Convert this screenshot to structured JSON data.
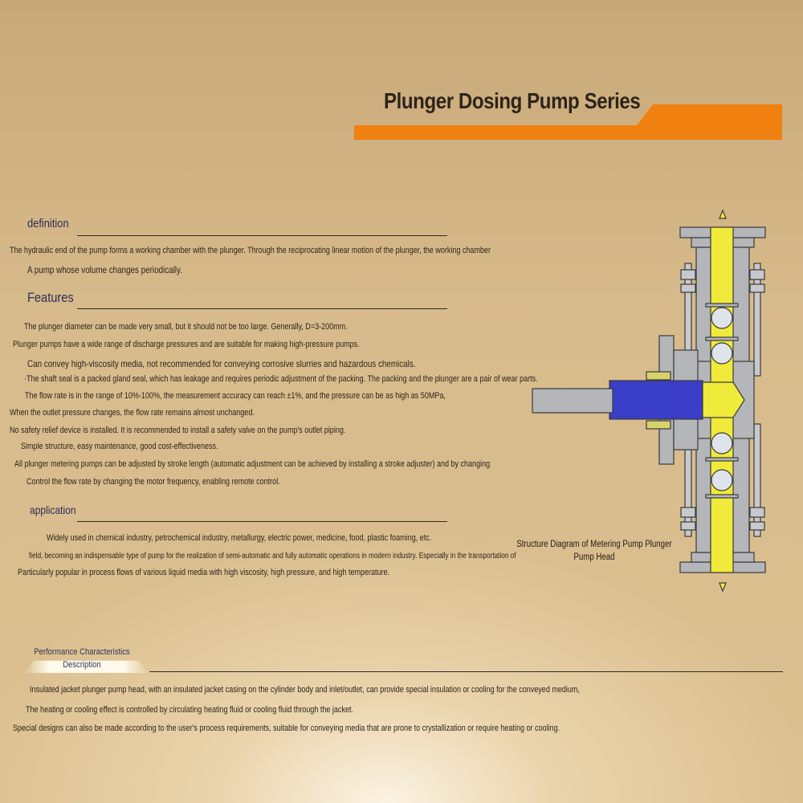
{
  "header": {
    "title": "Plunger Dosing Pump Series"
  },
  "definition": {
    "heading": "definition",
    "lines": [
      "The hydraulic end of the pump forms a working chamber with the plunger. Through the reciprocating linear motion of the plunger, the working chamber",
      "A pump whose volume changes periodically."
    ]
  },
  "features": {
    "heading": "Features",
    "lines": [
      "The plunger diameter can be made very small, but it should not be too large. Generally, D=3-200mm.",
      "Plunger pumps have a wide range of discharge pressures and are suitable for making high-pressure pumps.",
      "Can convey high-viscosity media, not recommended for conveying corrosive slurries and hazardous chemicals.",
      "·The shaft seal is a packed gland seal, which has leakage and requires periodic adjustment of the packing. The packing and the plunger are a pair of wear parts.",
      "The flow rate is in the range of 10%-100%, the measurement accuracy can reach ±1%, and the pressure can be as high as 50MPa,",
      "When the outlet pressure changes, the flow rate remains almost unchanged.",
      "No safety relief device is installed. It is recommended to install a safety valve on the pump's outlet piping.",
      "Simple structure, easy maintenance, good cost-effectiveness.",
      "All plunger metering pumps can be adjusted by stroke length (automatic adjustment can be achieved by installing a stroke adjuster) and by changing",
      "Control the flow rate by changing the motor frequency, enabling remote control."
    ]
  },
  "application": {
    "heading": "application",
    "lines": [
      "Widely used in chemical industry, petrochemical industry, metallurgy, electric power, medicine, food, plastic foaming, etc.",
      "field, becoming an indispensable type of pump for the realization of semi-automatic and fully automatic operations in modern industry. Especially in the transportation of",
      "Particularly popular in process flows of various liquid media with high viscosity, high pressure, and high temperature."
    ]
  },
  "diagram": {
    "caption_line1": "Structure Diagram of Metering Pump Plunger",
    "caption_line2": "Pump Head",
    "colors": {
      "body": "#b4b6b9",
      "fluid": "#f0ea3a",
      "plunger": "#3a3ec8",
      "accent": "#f08010"
    }
  },
  "performance": {
    "label_line1": "Performance Characteristics",
    "label_line2": "Description",
    "lines": [
      "Insulated jacket plunger pump head, with an insulated jacket casing on the cylinder body and inlet/outlet, can provide special insulation or cooling for the conveyed medium,",
      "The heating or cooling effect is controlled by circulating heating fluid or cooling fluid through the jacket.",
      "Special designs can also be made according to the user's process requirements, suitable for conveying media that are prone to crystallization or require heating or cooling."
    ]
  }
}
